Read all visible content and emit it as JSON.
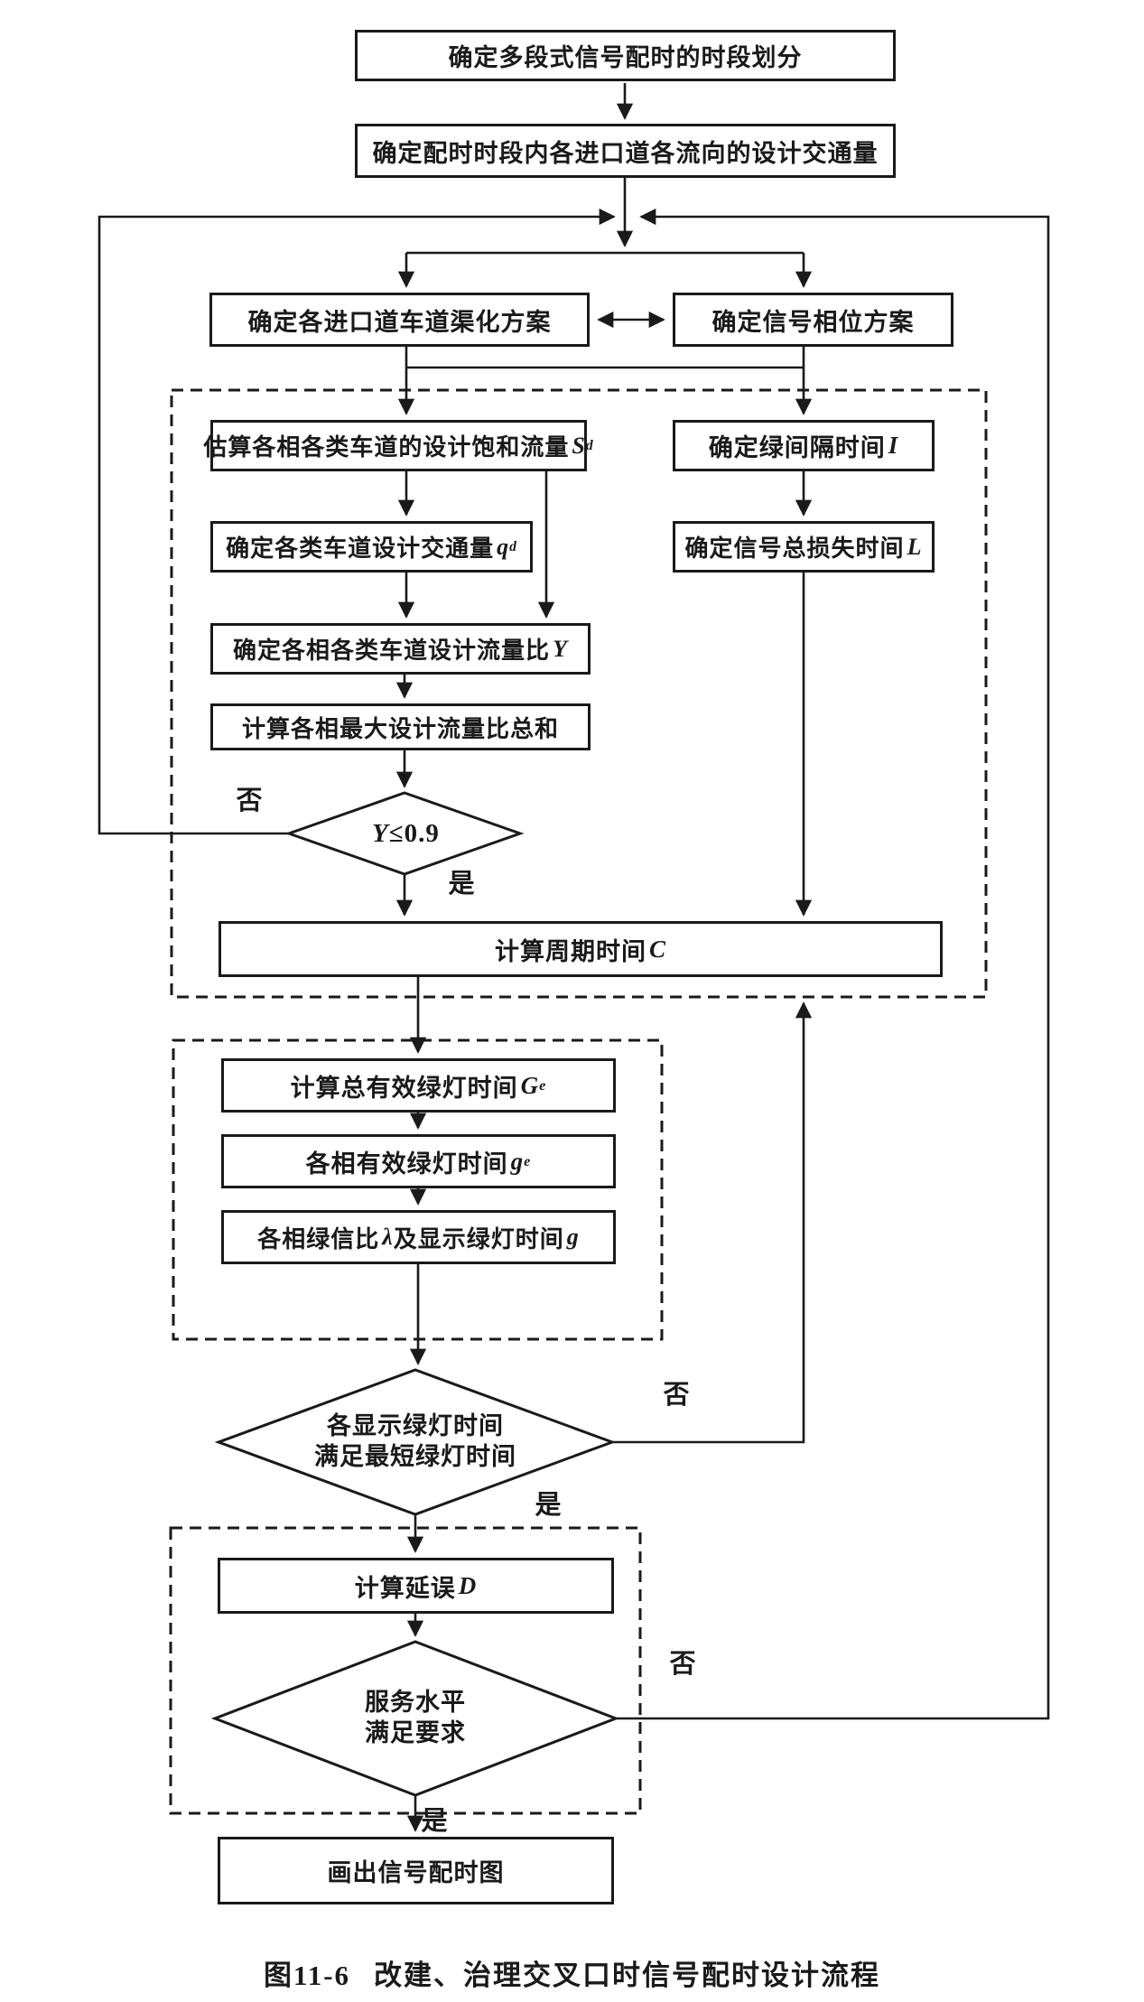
{
  "figure": {
    "caption": {
      "number": "图11-6",
      "title": "改建、治理交叉口时信号配时设计流程"
    }
  },
  "labels": {
    "yes": "是",
    "no": "否"
  },
  "colors": {
    "ink": "#1a1a1a",
    "paper": "#ffffff"
  },
  "nodes": {
    "periods": {
      "pA": "确定多段式信号配时的时段划分"
    },
    "volumes": {
      "pA": "确定配时时段内各进口道各流向的设计交通量"
    },
    "channel": {
      "pA": "确定各进口道车道渠化方案"
    },
    "phase": {
      "pA": "确定信号相位方案"
    },
    "satflow": {
      "pA": "估算各相各类车道的设计饱和流量",
      "vA": "S",
      "sA": "d"
    },
    "interval": {
      "pA": "确定绿间隔时间",
      "vA": "I"
    },
    "designq": {
      "pA": "确定各类车道设计交通量",
      "vA": "q",
      "sA": "d"
    },
    "losttime": {
      "pA": "确定信号总损失时间",
      "vA": "L"
    },
    "flowratio": {
      "pA": "确定各相各类车道设计流量比",
      "vA": "Y"
    },
    "sumratio": {
      "pA": "计算各相最大设计流量比总和"
    },
    "ycheck": {
      "vA": "Y",
      "pB": "≤0.9"
    },
    "cycle": {
      "pA": "计算周期时间",
      "vA": "C"
    },
    "totgreen": {
      "pA": "计算总有效绿灯时间",
      "vA": "G",
      "sA": "e"
    },
    "phgreen": {
      "pA": "各相有效绿灯时间",
      "vA": "g",
      "sA": "e"
    },
    "splitg": {
      "pA": "各相绿信比",
      "vA": "λ",
      "pB": "及显示绿灯时间",
      "vB": "g"
    },
    "mingreen": {
      "line1": "各显示绿灯时间",
      "line2": "满足最短绿灯时间"
    },
    "delay": {
      "pA": "计算延误",
      "vA": "D"
    },
    "service": {
      "line1": "服务水平",
      "line2": "满足要求"
    },
    "drawplan": {
      "pA": "画出信号配时图"
    }
  }
}
